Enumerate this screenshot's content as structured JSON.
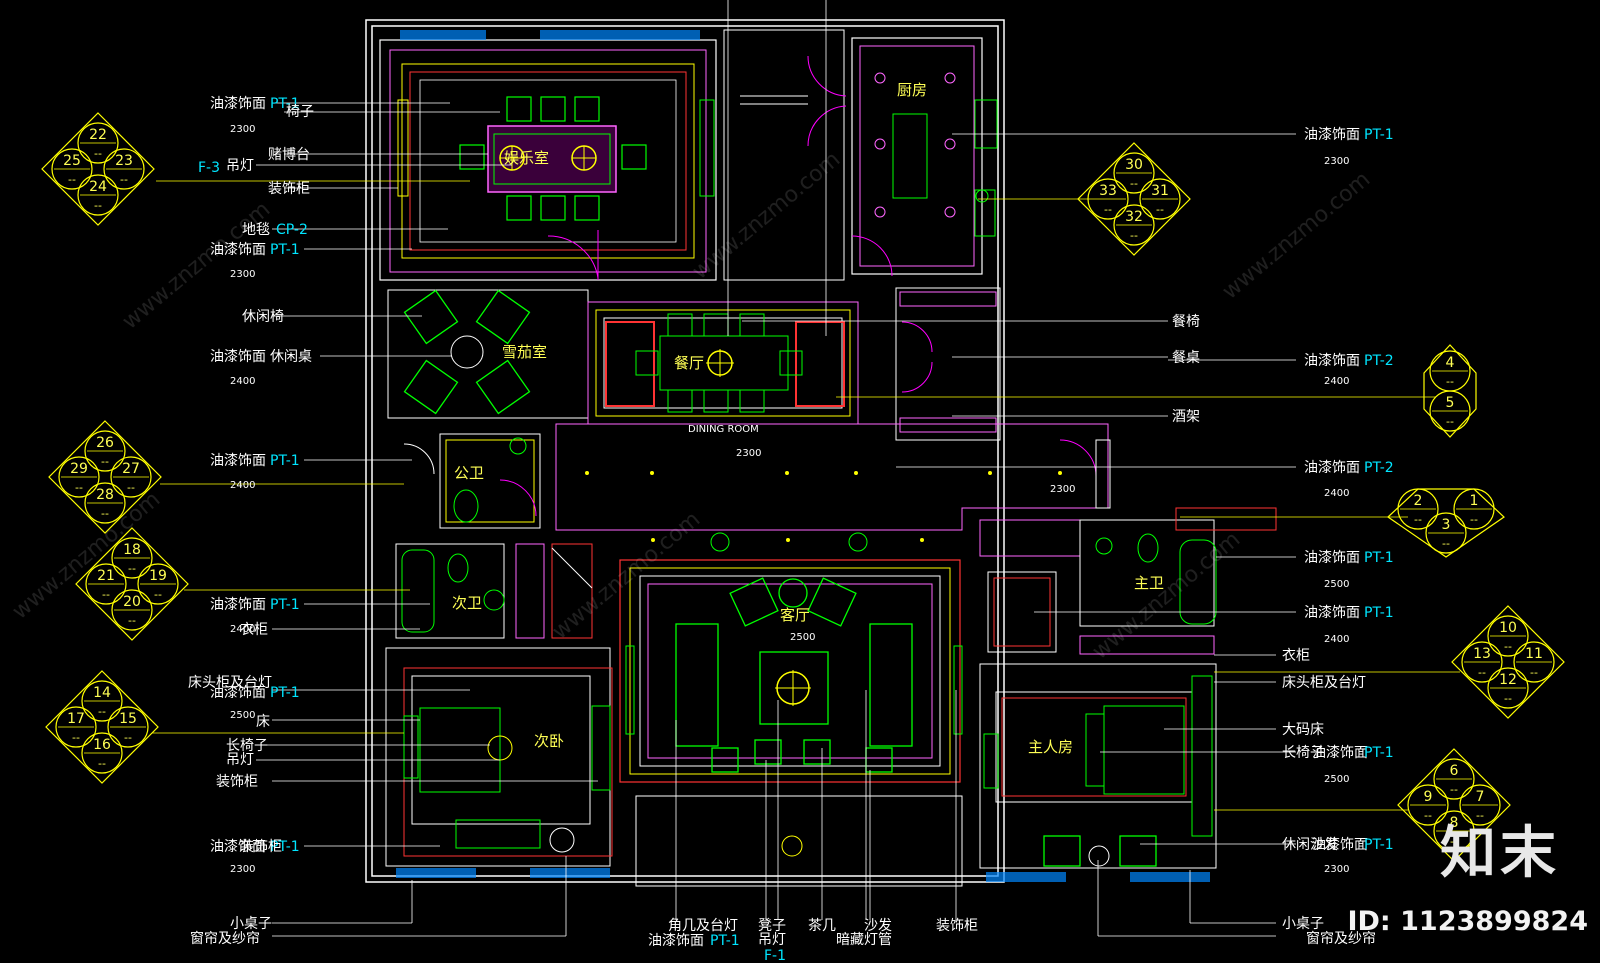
{
  "rooms": {
    "entertainment": "娱乐室",
    "kitchen": "厨房",
    "cigar": "雪茄室",
    "dining": "餐厅",
    "dining_en": "DINING ROOM",
    "public_bath": "公卫",
    "second_bath": "次卫",
    "living": "客厅",
    "master_bath": "主卫",
    "second_bedroom": "次卧",
    "master_bedroom": "主人房"
  },
  "labels_left": [
    "油漆饰面",
    "椅子",
    "赌博台",
    "吊灯",
    "装饰柜",
    "地毯",
    "油漆饰面",
    "休闲椅",
    "油漆饰面",
    "休闲桌",
    "油漆饰面",
    "油漆饰面",
    "衣柜",
    "床头柜及台灯",
    "油漆饰面",
    "床",
    "长椅子",
    "吊灯",
    "装饰柜",
    "油漆饰面",
    "装饰柜"
  ],
  "labels_right": [
    "油漆饰面",
    "餐椅",
    "餐桌",
    "油漆饰面",
    "酒架",
    "油漆饰面",
    "油漆饰面",
    "油漆饰面",
    "衣柜",
    "床头柜及台灯",
    "大码床",
    "长椅子",
    "油漆饰面",
    "休闲沙发",
    "油漆饰面"
  ],
  "labels_bottom": [
    "小桌子",
    "窗帘及纱帘",
    "角几及台灯",
    "油漆饰面",
    "凳子",
    "吊灯",
    "茶几",
    "沙发",
    "暗藏灯管",
    "装饰柜",
    "小桌子",
    "窗帘及纱帘"
  ],
  "refs": {
    "pt1": "PT-1",
    "pt2": "PT-2",
    "cp2": "CP-2",
    "f3": "F-3",
    "f1": "F-1"
  },
  "heights": {
    "h2300": "2300",
    "h2400": "2400",
    "h2500": "2500"
  },
  "index_groups": [
    [
      "22",
      "23",
      "24",
      "25"
    ],
    [
      "26",
      "27",
      "28",
      "29"
    ],
    [
      "18",
      "19",
      "20",
      "21"
    ],
    [
      "14",
      "15",
      "16",
      "17"
    ],
    [
      "30",
      "31",
      "32",
      "33"
    ],
    [
      "4",
      "5"
    ],
    [
      "1",
      "2",
      "3"
    ],
    [
      "10",
      "11",
      "12",
      "13"
    ],
    [
      "6",
      "7",
      "8",
      "9"
    ]
  ],
  "index_sub": "--",
  "watermarks": [
    "www.znzmo.com"
  ],
  "brand": "知末",
  "doc_id": "ID: 1123899824",
  "colors": {
    "background": "#000000",
    "wall": "#ffffff",
    "furniture": "#00ff00",
    "ceiling": "#ff3333",
    "border": "#ff66ff",
    "fixture": "#ffff00",
    "reference": "#00e5ff",
    "structure": "#3355ff"
  }
}
